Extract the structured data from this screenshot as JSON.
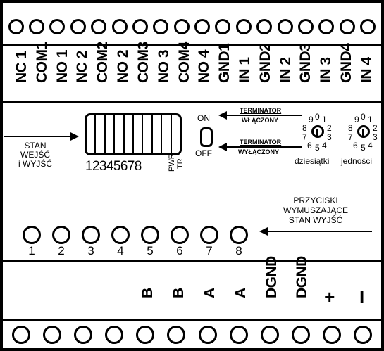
{
  "top_labels": [
    "NC 1",
    "COM1",
    "NO 1",
    "NC 2",
    "COM2",
    "NO 2",
    "COM3",
    "NO 3",
    "COM4",
    "NO 4",
    "GND1",
    "IN 1",
    "GND2",
    "IN 2",
    "GND3",
    "IN 3",
    "GND4",
    "IN 4"
  ],
  "stan": {
    "line1": "STAN",
    "line2": "WEJŚĆ",
    "line3": "i WYJŚĆ"
  },
  "dip": {
    "numbers": "12345678",
    "pwr": "PWR",
    "tr": "TR"
  },
  "switch": {
    "on": "ON",
    "off": "OFF"
  },
  "terminator_on": {
    "line1": "TERMINATOR",
    "line2": "WŁĄCZONY"
  },
  "terminator_off": {
    "line1": "TERMINATOR",
    "line2": "WYŁĄCZONY"
  },
  "rotary": {
    "tens_label": "dziesiątki",
    "units_label": "jedności",
    "digits": {
      "d9": "9",
      "d0": "0",
      "d1": "1",
      "d2": "2",
      "d3": "3",
      "d4": "4",
      "d5": "5",
      "d6": "6",
      "d7": "7",
      "d8": "8"
    }
  },
  "buttons": {
    "line1": "PRZYCISKI",
    "line2": "WYMUSZAJĄCE",
    "line3": "STAN WYJŚĆ",
    "numbers": [
      "1",
      "2",
      "3",
      "4",
      "5",
      "6",
      "7",
      "8"
    ]
  },
  "bottom_labels": [
    "",
    "",
    "",
    "",
    "B",
    "B",
    "A",
    "A",
    "DGND",
    "DGND",
    "+",
    "I"
  ]
}
